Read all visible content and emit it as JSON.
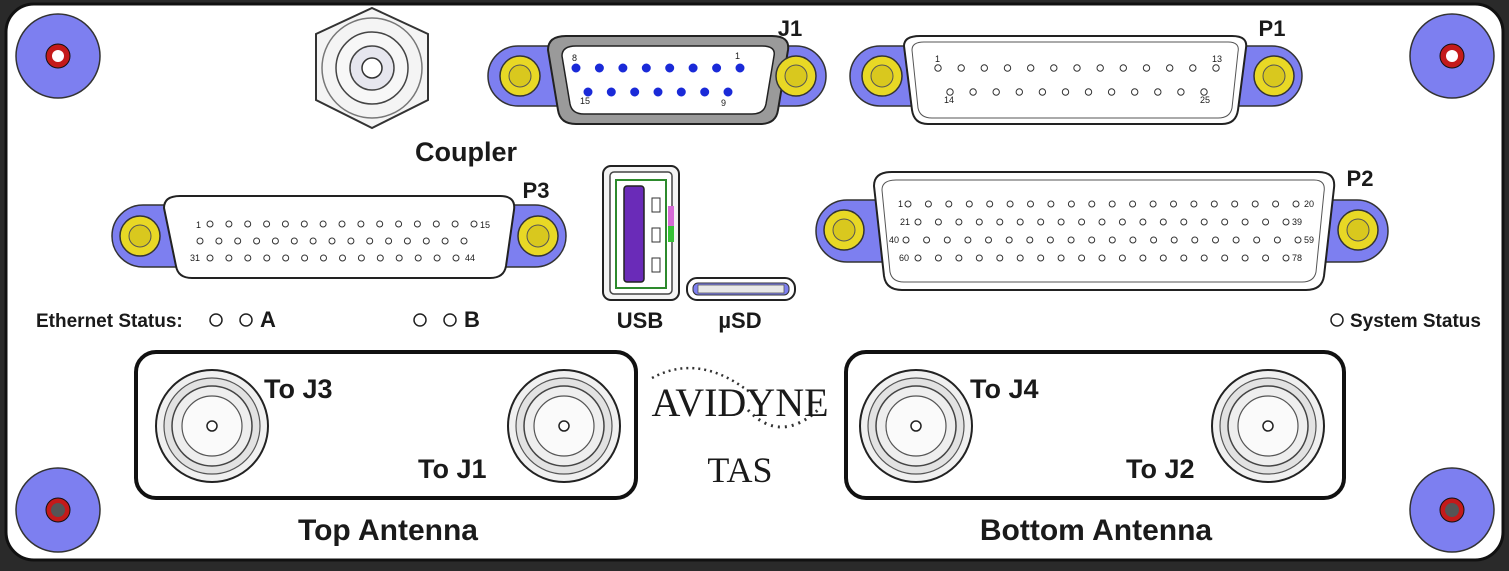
{
  "panel": {
    "connectors": {
      "j1": "J1",
      "p1": "P1",
      "p2": "P2",
      "p3": "P3",
      "coupler": "Coupler",
      "usb": "USB",
      "usd": "µSD"
    },
    "pins": {
      "j1": [
        "8",
        "1",
        "15",
        "9"
      ],
      "p1": [
        "1",
        "13",
        "14",
        "25"
      ],
      "p3": [
        "1",
        "15",
        "31",
        "44"
      ],
      "p2": [
        "1",
        "20",
        "21",
        "39",
        "40",
        "59",
        "60",
        "78"
      ]
    },
    "status": {
      "ethernet_label": "Ethernet Status:",
      "port_a": "A",
      "port_b": "B",
      "system_label": "System Status"
    },
    "antennas": {
      "top_label": "Top Antenna",
      "bottom_label": "Bottom Antenna",
      "to_j3": "To J3",
      "to_j1": "To J1",
      "to_j4": "To J4",
      "to_j2": "To J2"
    },
    "brand": {
      "name": "AVIDYNE",
      "product": "TAS"
    }
  },
  "colors": {
    "faceplate": "#ffffff",
    "mount_boss": "#7d7ff0",
    "screw_ring": "#c41a1a",
    "jackscrew": "#e8d825",
    "usb_tongue": "#6a2bb8",
    "j1_pins": "#1a2ad8"
  }
}
